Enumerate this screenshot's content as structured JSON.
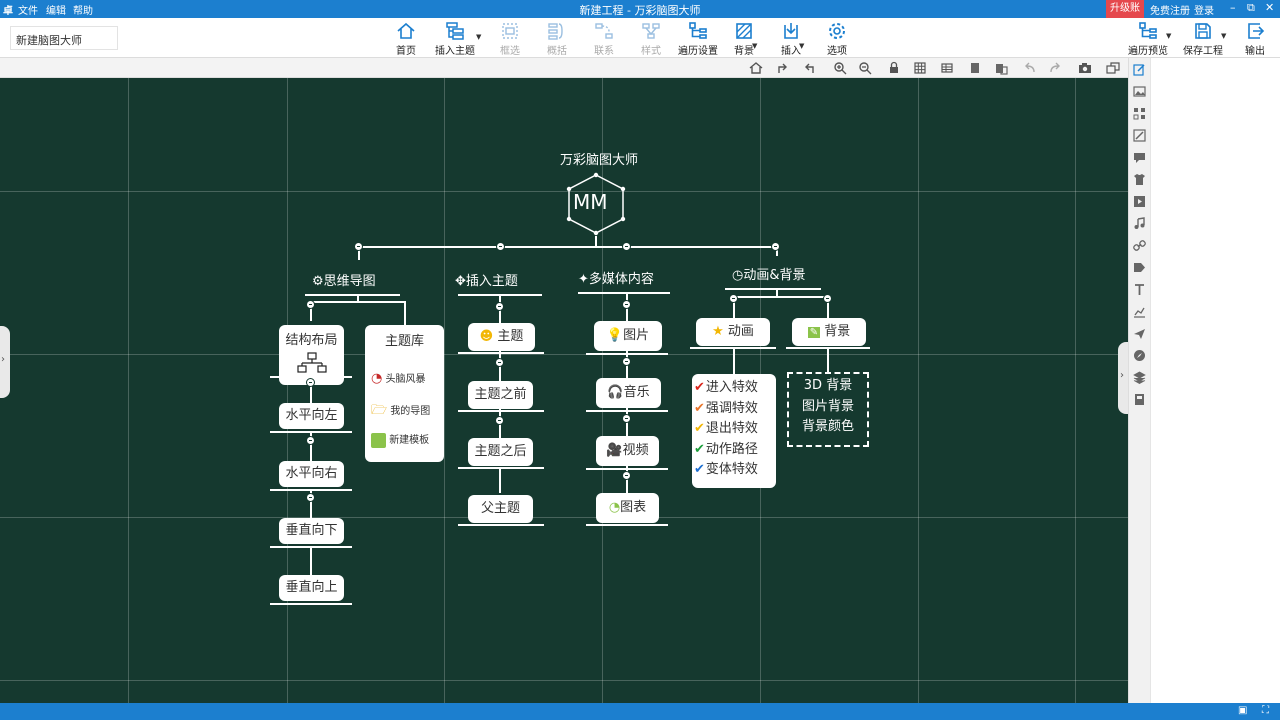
{
  "titlebar": {
    "window_title": "新建工程 - 万彩脑图大师",
    "menu": [
      "文件",
      "编辑",
      "帮助"
    ],
    "upgrade": "升级账户",
    "register": "免费注册",
    "login": "登录"
  },
  "toolbar": {
    "document_name": "新建脑图大师",
    "buttons": {
      "home": "首页",
      "insert_topic": "插入主题",
      "select": "框选",
      "summary": "概括",
      "relation": "联系",
      "style": "样式",
      "traverse_settings": "遍历设置",
      "background": "背景",
      "insert": "插入",
      "options": "选项",
      "traverse_preview": "遍历预览",
      "save_project": "保存工程",
      "export": "输出"
    }
  },
  "mindmap": {
    "root_title": "万彩脑图大师",
    "root_label": "MM",
    "branches": [
      {
        "title": "思维导图",
        "icon": "gears-icon",
        "children": [
          "结构布局",
          "水平向左",
          "水平向右",
          "垂直向下",
          "垂直向上"
        ],
        "topic_library": {
          "title": "主题库",
          "items": [
            "头脑风暴",
            "我的导图",
            "新建模板"
          ]
        }
      },
      {
        "title": "插入主题",
        "icon": "move-icon",
        "children": [
          "主题",
          "主题之前",
          "主题之后",
          "父主题"
        ]
      },
      {
        "title": "多媒体内容",
        "icon": "magic-wand-icon",
        "children": [
          "图片",
          "音乐",
          "视频",
          "图表"
        ]
      },
      {
        "title": "动画&背景",
        "icon": "clock-icon",
        "animation": {
          "title": "动画",
          "effects": [
            "进入特效",
            "强调特效",
            "退出特效",
            "动作路径",
            "变体特效"
          ],
          "check_colors": [
            "#d9261c",
            "#e8762b",
            "#f2b705",
            "#1a9e3a",
            "#1c6fd1"
          ]
        },
        "background": {
          "title": "背景",
          "options": [
            "3D 背景",
            "图片背景",
            "背景颜色"
          ]
        }
      }
    ]
  },
  "colors": {
    "titlebar": "#1c7fcf",
    "canvas": "#15392f",
    "upgrade": "#e5484d",
    "accent": "#1c7fcf"
  }
}
